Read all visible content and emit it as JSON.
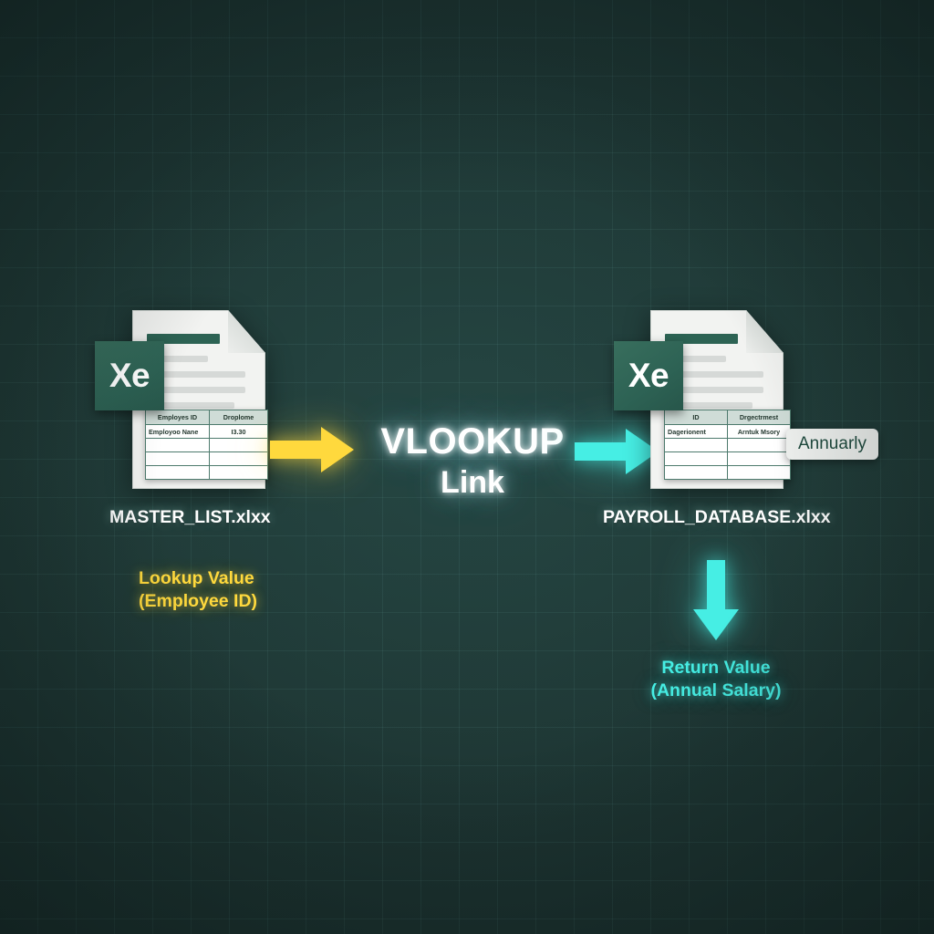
{
  "canvas": {
    "background_color": "#203a37",
    "grid_color": "#78bebe",
    "accent_yellow": "#ffd93d",
    "accent_cyan": "#46eee4",
    "excel_green": "#2d6254"
  },
  "center": {
    "title_line1": "VLOOKUP",
    "title_line2": "Link"
  },
  "source_file": {
    "caption": "MASTER_LIST.xlxx",
    "badge_text": "Xe",
    "table": {
      "headers": [
        "Employes ID",
        "Droplome"
      ],
      "rows": [
        [
          "Employoo Nane",
          "I3.30"
        ],
        [
          "",
          ""
        ],
        [
          "",
          ""
        ],
        [
          "",
          ""
        ]
      ]
    },
    "annotation_line1": "Lookup Value",
    "annotation_line2": "(Employee ID)"
  },
  "target_file": {
    "caption": "PAYROLL_DATABASE.xlxx",
    "badge_text": "Xe",
    "table": {
      "headers": [
        "ID",
        "Drgectrmest"
      ],
      "rows": [
        [
          "Dagerionent",
          "Arntuk Msory"
        ],
        [
          "",
          ""
        ],
        [
          "",
          ""
        ],
        [
          "",
          ""
        ]
      ]
    },
    "side_badge": "Annuarly",
    "annotation_line1": "Return Value",
    "annotation_line2": "(Annual Salary)"
  },
  "arrows": {
    "lookup_arrow": "yellow-arrow-right",
    "link_arrow": "cyan-arrow-right",
    "return_arrow": "cyan-arrow-down"
  }
}
